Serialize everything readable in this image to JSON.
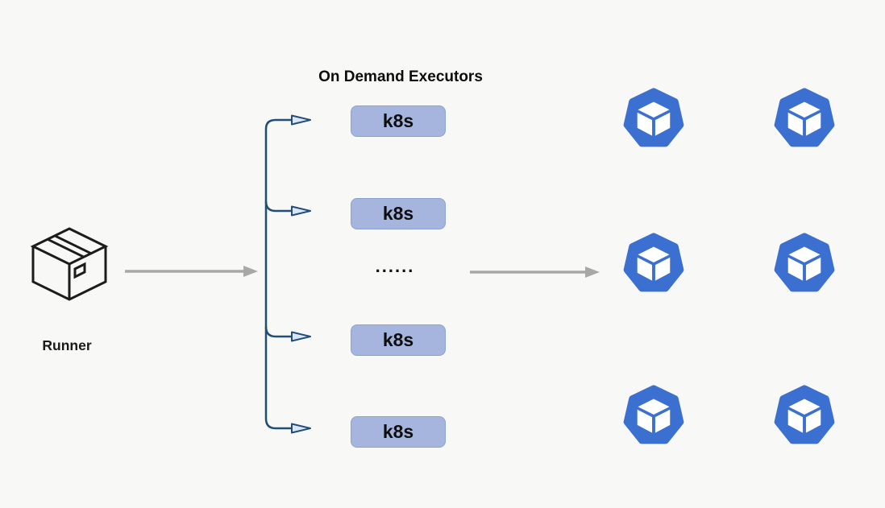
{
  "title": "On Demand Executors",
  "runner": {
    "label": "Runner",
    "icon": "package-box-icon"
  },
  "executors": {
    "boxes": [
      {
        "label": "k8s"
      },
      {
        "label": "k8s"
      },
      {
        "label": "k8s"
      },
      {
        "label": "k8s"
      }
    ],
    "ellipsis": "......"
  },
  "nodes": {
    "count": 6,
    "icon": "kubernetes-node-icon",
    "grid": "3 rows x 2 columns"
  },
  "colors": {
    "background": "#f8f8f6",
    "executor_fill": "#a6b5de",
    "executor_border": "#8ca2d0",
    "connector_blue": "#1f4e79",
    "arrowhead_fill": "#dbe5f3",
    "arrow_gray": "#a8a8a8",
    "node_blue": "#3b70d1",
    "ink": "#1a1a1a"
  }
}
